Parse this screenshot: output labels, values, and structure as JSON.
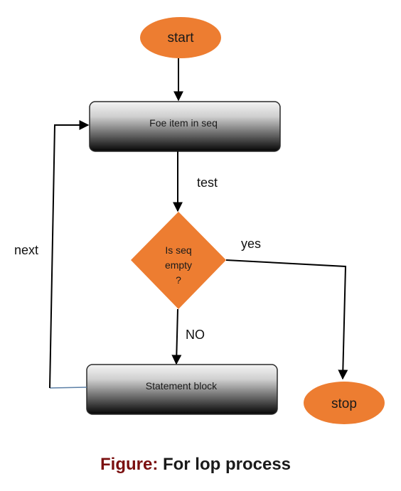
{
  "nodes": {
    "start": "start",
    "loop_box": "Foe item in seq",
    "decision_line1": "Is seq",
    "decision_line2": "empty",
    "decision_line3": "?",
    "statement": "Statement block",
    "stop": "stop"
  },
  "edges": {
    "test": "test",
    "yes": "yes",
    "no": "NO",
    "next": "next"
  },
  "caption": {
    "prefix": "Figure:",
    "text": " For lop process"
  },
  "colors": {
    "terminal_fill": "#ED7D31",
    "decision_fill": "#ED7D31",
    "box_gradient_top": "#f2f2f2",
    "box_gradient_bottom": "#000000",
    "caption_prefix": "#7b1010",
    "caption_text": "#1a1a1a",
    "arrow": "#000000",
    "return_line": "#5b7fa6"
  }
}
